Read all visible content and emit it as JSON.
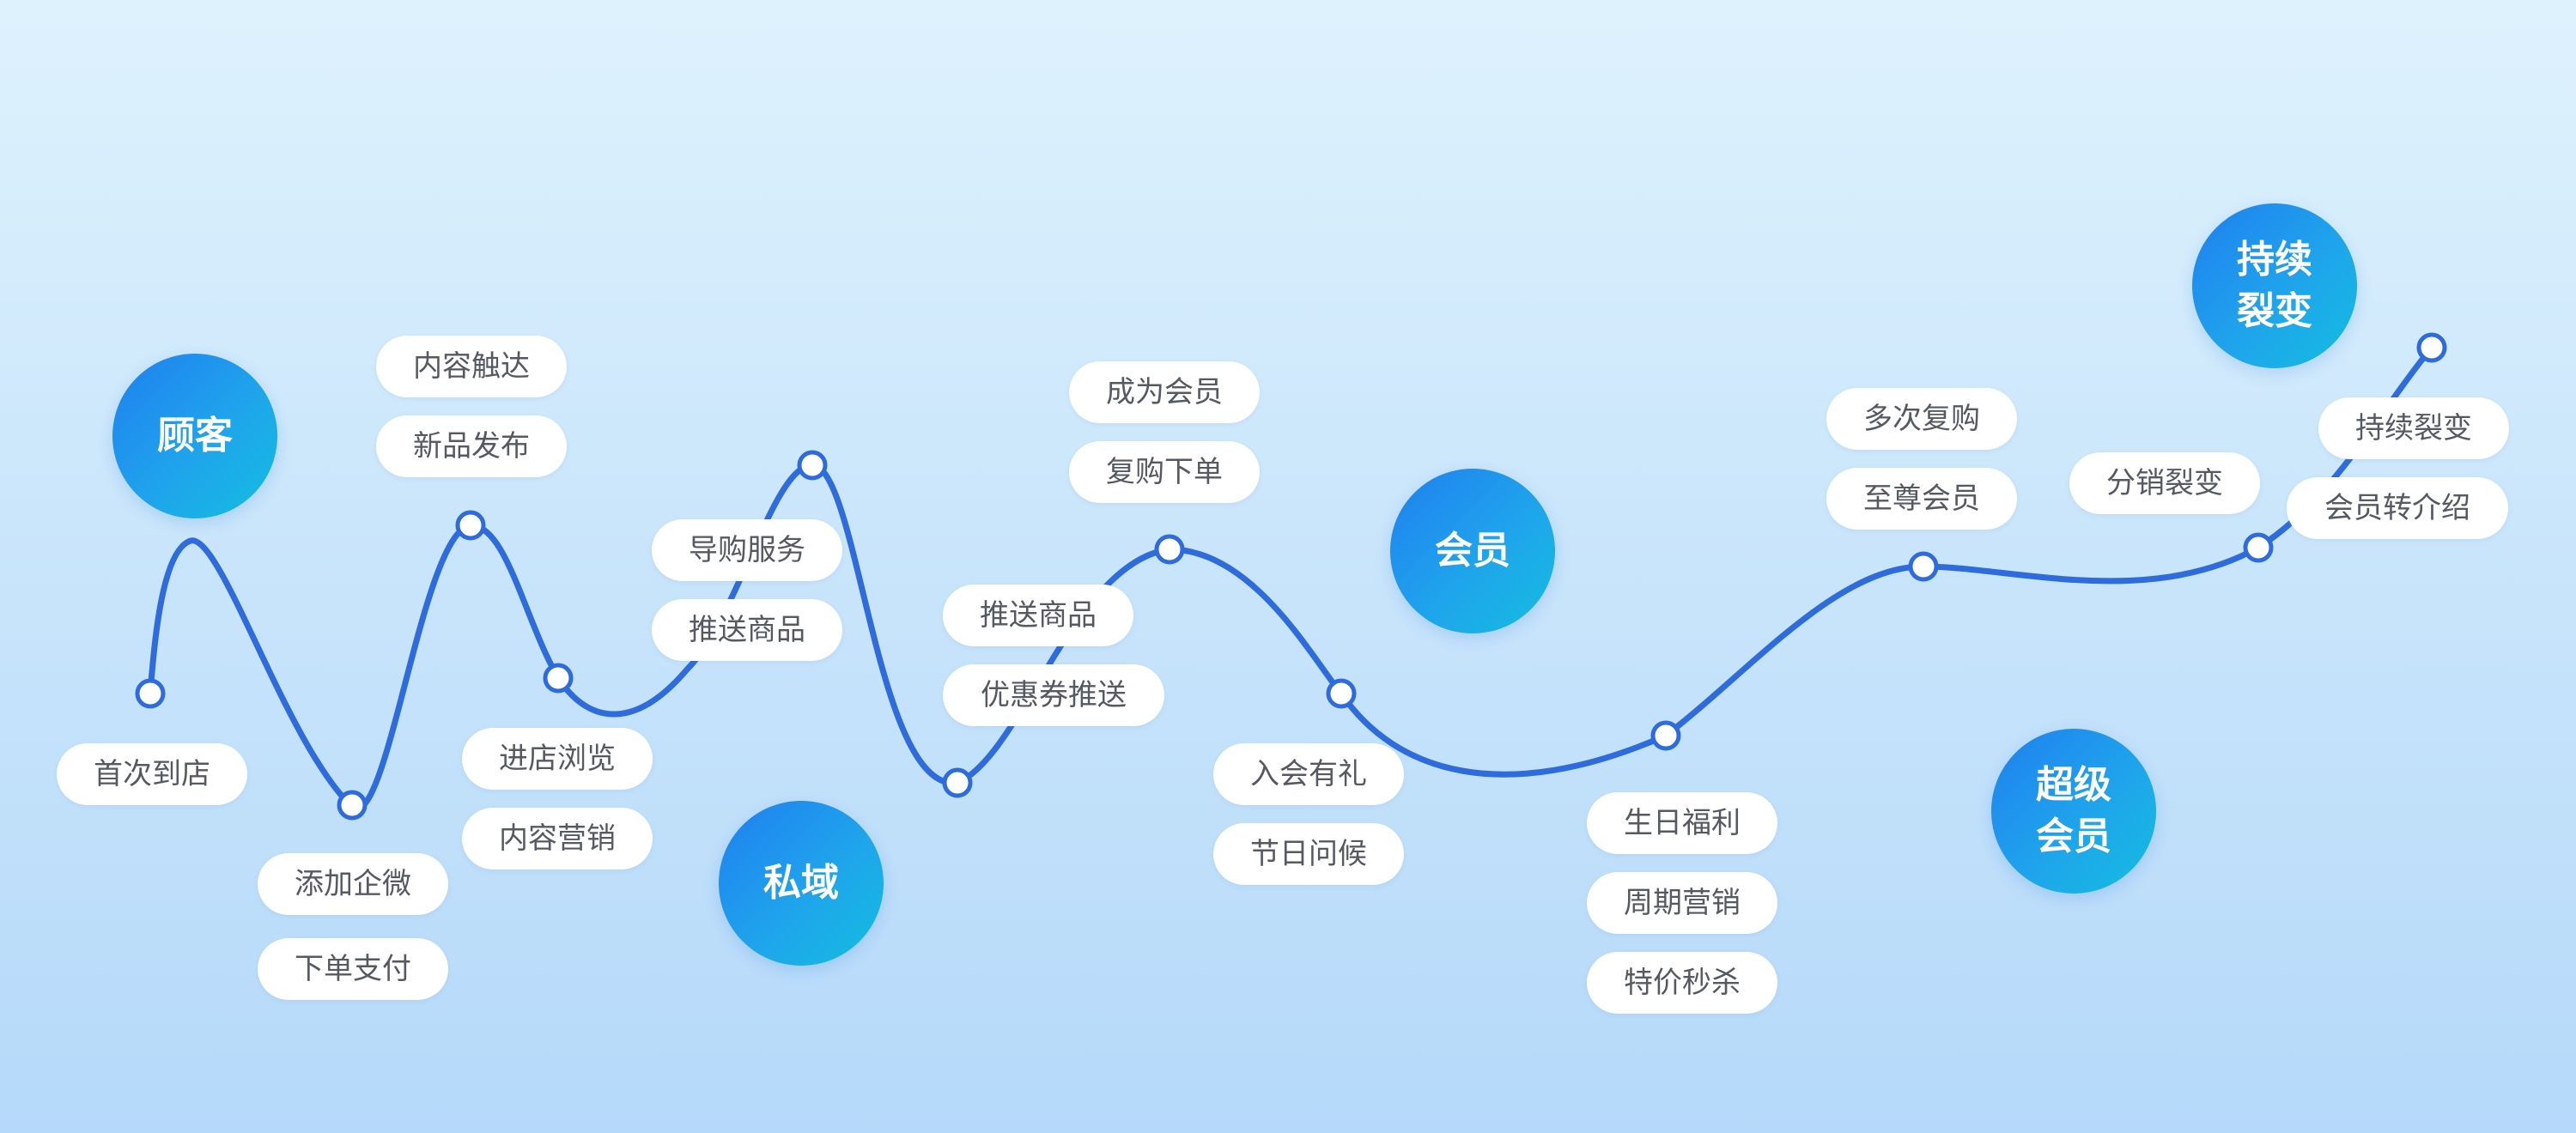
{
  "stages": {
    "customer": {
      "lines": [
        "顾客"
      ]
    },
    "private_domain": {
      "lines": [
        "私域"
      ]
    },
    "member": {
      "lines": [
        "会员"
      ]
    },
    "super_member": {
      "lines": [
        "超级",
        "会员"
      ]
    },
    "continuous_fission": {
      "lines": [
        "持续",
        "裂变"
      ]
    }
  },
  "labels": {
    "first_visit": "首次到店",
    "add_wecom": "添加企微",
    "place_order_pay": "下单支付",
    "content_reach": "内容触达",
    "new_product_release": "新品发布",
    "store_browse": "进店浏览",
    "content_marketing": "内容营销",
    "shopping_guide": "导购服务",
    "push_products_1": "推送商品",
    "push_products_2": "推送商品",
    "coupon_push": "优惠券推送",
    "become_member": "成为会员",
    "repurchase_order": "复购下单",
    "join_gift": "入会有礼",
    "holiday_greetings": "节日问候",
    "birthday_benefits": "生日福利",
    "periodic_marketing": "周期营销",
    "flash_sale": "特价秒杀",
    "multiple_repurchase": "多次复购",
    "premium_member": "至尊会员",
    "distribution_fission": "分销裂变",
    "continuous_fission": "持续裂变",
    "member_referral": "会员转介绍"
  },
  "colors": {
    "line": "#2e6bdc",
    "circle_gradient_start": "#1f7fef",
    "circle_gradient_end": "#14bde0",
    "pill_text": "#555a62",
    "background_top": "#def2fd",
    "background_bottom": "#b5d9fa"
  }
}
